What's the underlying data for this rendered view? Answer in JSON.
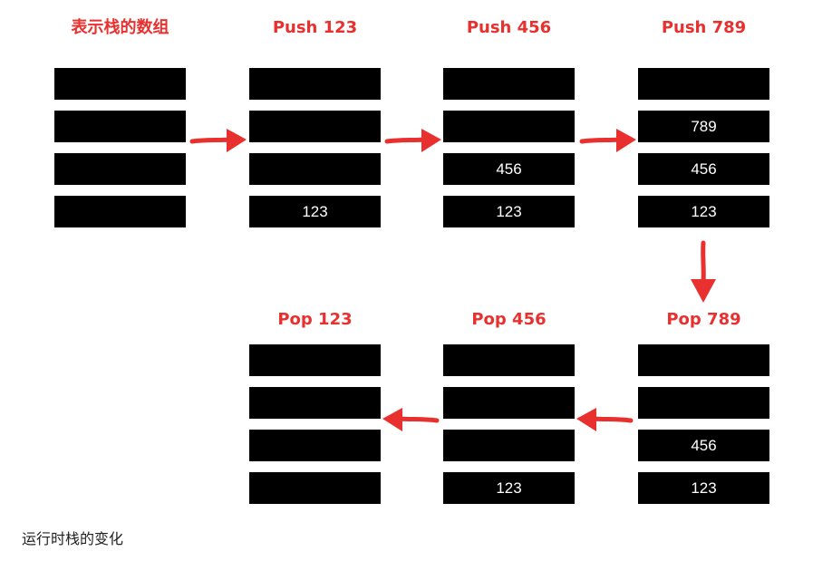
{
  "colors": {
    "accent": "#e8312f",
    "cell": "#000000",
    "cell_text": "#ffffff"
  },
  "stages": [
    {
      "title": "表示栈的数组",
      "cells": [
        "",
        "",
        "",
        ""
      ]
    },
    {
      "title": "Push 123",
      "cells": [
        "",
        "",
        "",
        "123"
      ]
    },
    {
      "title": "Push 456",
      "cells": [
        "",
        "",
        "456",
        "123"
      ]
    },
    {
      "title": "Push 789",
      "cells": [
        "",
        "789",
        "456",
        "123"
      ]
    },
    {
      "title": "Pop 789",
      "cells": [
        "",
        "",
        "456",
        "123"
      ]
    },
    {
      "title": "Pop 456",
      "cells": [
        "",
        "",
        "",
        "123"
      ]
    },
    {
      "title": "Pop 123",
      "cells": [
        "",
        "",
        "",
        ""
      ]
    }
  ],
  "caption": "运行时栈的变化"
}
